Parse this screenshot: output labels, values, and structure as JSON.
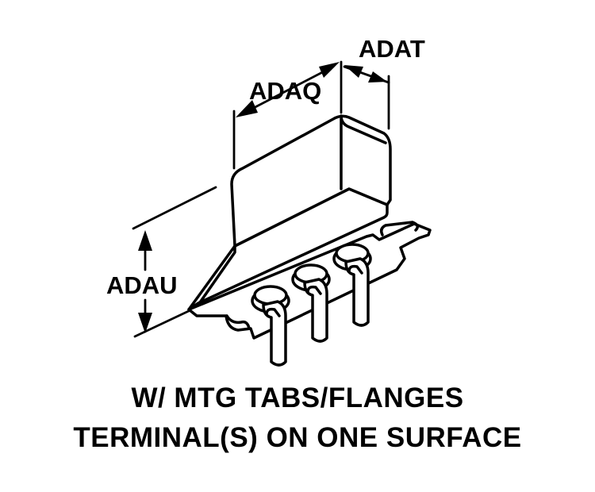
{
  "dimensions": {
    "top_right": "ADAT",
    "top_left": "ADAQ",
    "height": "ADAU"
  },
  "caption": {
    "line1": "W/ MTG TABS/FLANGES",
    "line2": "TERMINAL(S) ON ONE SURFACE"
  }
}
